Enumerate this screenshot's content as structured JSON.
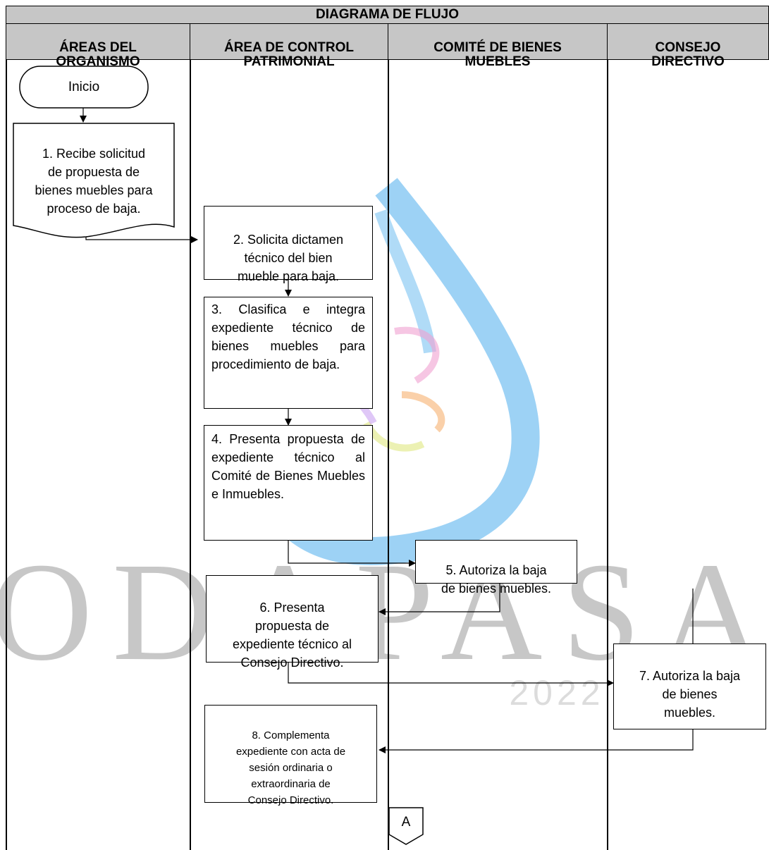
{
  "header": {
    "title": "DIAGRAMA DE FLUJO",
    "lanes": [
      {
        "label": "ÁREAS DEL\nORGANISMO"
      },
      {
        "label": "ÁREA DE CONTROL\nPATRIMONIAL"
      },
      {
        "label": "COMITÉ DE BIENES\nMUEBLES"
      },
      {
        "label": "CONSEJO\nDIRECTIVO"
      }
    ]
  },
  "nodes": {
    "start": "Inicio",
    "step1": "1. Recibe solicitud\nde propuesta de\nbienes muebles para\nproceso de baja.",
    "step2": "2. Solicita dictamen\ntécnico del bien\nmueble para baja.",
    "step3": "3. Clasifica e integra expediente técnico de bienes muebles para procedimiento de baja.",
    "step4": "4. Presenta propuesta de expediente técnico al Comité de Bienes Muebles e Inmuebles.",
    "step5": "5. Autoriza la baja\nde bienes muebles.",
    "step6": "6. Presenta\npropuesta de\nexpediente técnico al\nConsejo Directivo.",
    "step7": "7. Autoriza la baja\nde bienes\nmuebles.",
    "step8": "8. Complementa\nexpediente con acta de\nsesión ordinaria o\nextraordinaria de\nConsejo Directivo.",
    "connector": "A"
  },
  "watermark": {
    "text": "ODAPASA",
    "year": "2022",
    "colors": {
      "drop": "#5fb4ee",
      "text": "#9a9a9a"
    }
  }
}
